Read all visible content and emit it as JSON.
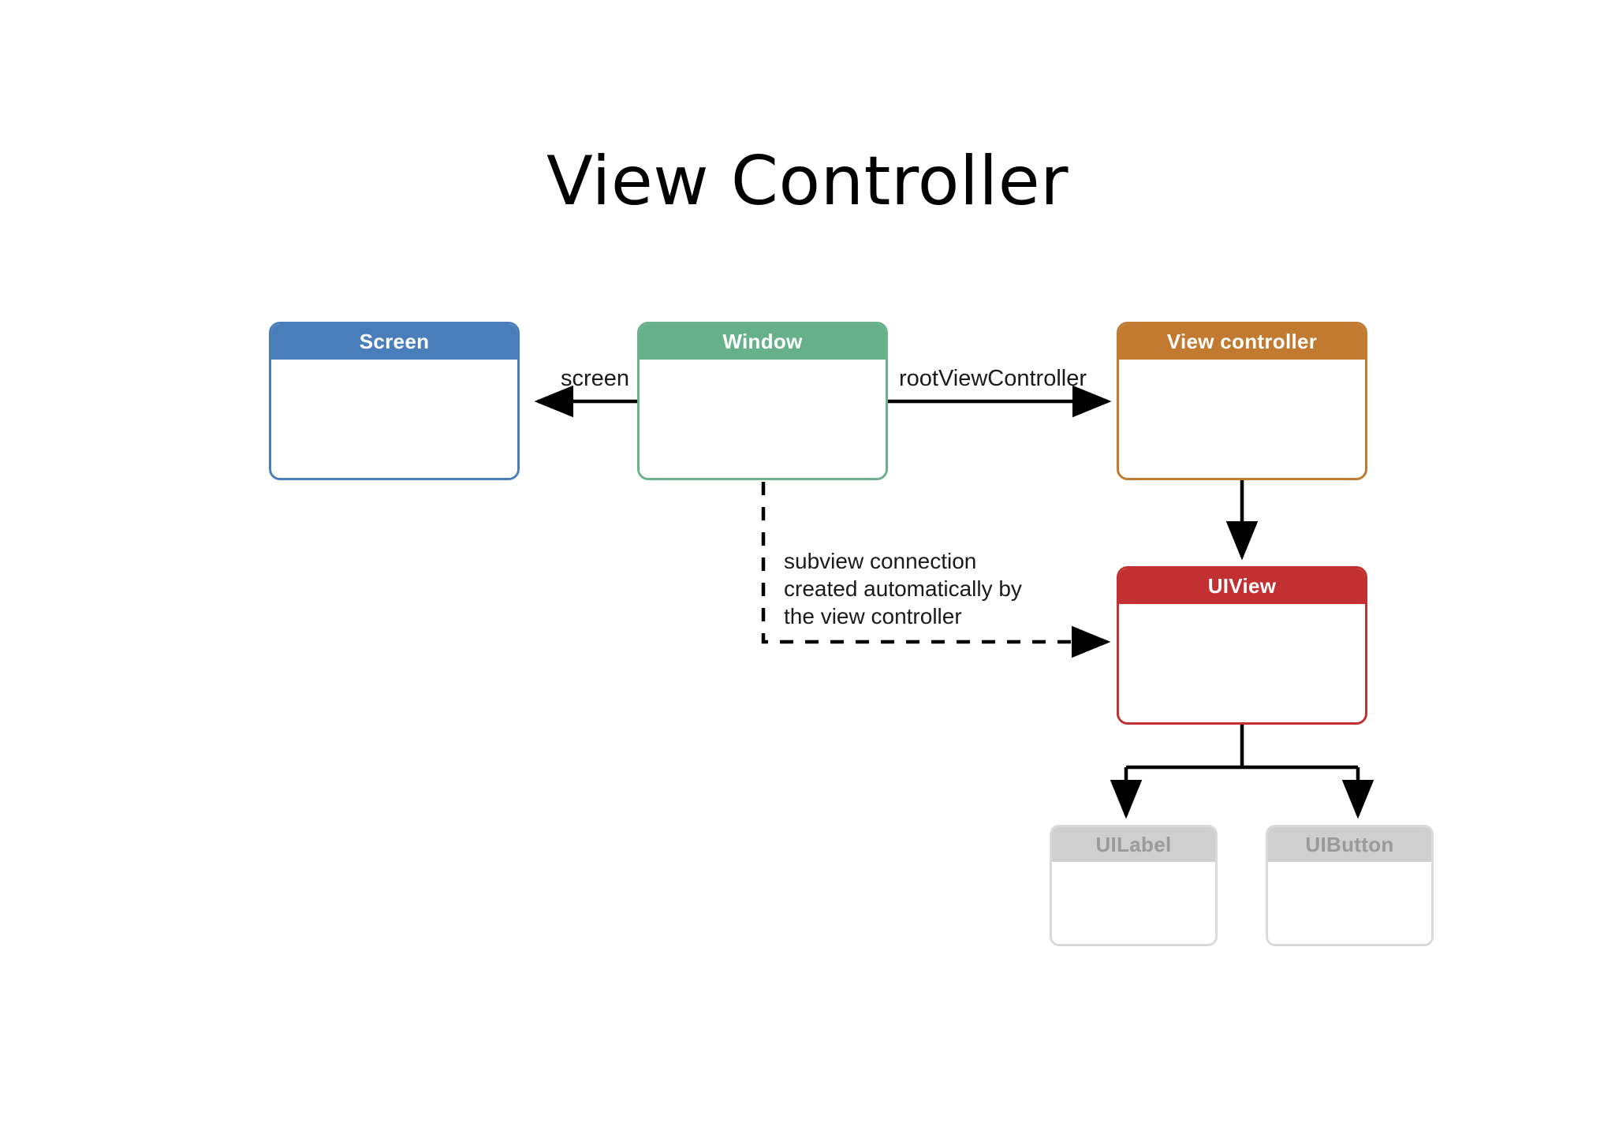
{
  "page": {
    "title": "View Controller",
    "background_color": "#ffffff"
  },
  "nodes": [
    {
      "id": "screen",
      "label": "Screen",
      "header_color": "#4a7ebb",
      "border_color": "#4a7ebb",
      "label_color": "#ffffff"
    },
    {
      "id": "window",
      "label": "Window",
      "header_color": "#66b189",
      "border_color": "#6bb28c",
      "label_color": "#ffffff"
    },
    {
      "id": "viewcontroller",
      "label": "View controller",
      "header_color": "#c27930",
      "border_color": "#c27930",
      "label_color": "#ffffff"
    },
    {
      "id": "uiview",
      "label": "UIView",
      "header_color": "#c23031",
      "border_color": "#c23031",
      "label_color": "#ffffff"
    },
    {
      "id": "uilabel",
      "label": "UILabel",
      "header_color": "#cfcfcf",
      "border_color": "#d9d9d9",
      "label_color": "#9a9a9a"
    },
    {
      "id": "uibutton",
      "label": "UIButton",
      "header_color": "#cfcfcf",
      "border_color": "#d9d9d9",
      "label_color": "#9a9a9a"
    }
  ],
  "edges": [
    {
      "id": "window-to-screen",
      "label": "screen",
      "from": "window",
      "to": "screen",
      "style": "solid",
      "arrow": "end",
      "color": "#000000"
    },
    {
      "id": "window-to-viewcontroller",
      "label": "rootViewController",
      "from": "window",
      "to": "viewcontroller",
      "style": "solid",
      "arrow": "end",
      "color": "#000000"
    },
    {
      "id": "viewcontroller-to-uiview",
      "label": "",
      "from": "viewcontroller",
      "to": "uiview",
      "style": "solid",
      "arrow": "end",
      "color": "#000000"
    },
    {
      "id": "window-to-uiview-subview",
      "label": "subview connection created automatically by the view controller",
      "from": "window",
      "to": "uiview",
      "style": "dashed",
      "arrow": "end",
      "color": "#000000"
    },
    {
      "id": "uiview-to-uilabel",
      "label": "",
      "from": "uiview",
      "to": "uilabel",
      "style": "solid",
      "arrow": "end",
      "color": "#000000"
    },
    {
      "id": "uiview-to-uibutton",
      "label": "",
      "from": "uiview",
      "to": "uibutton",
      "style": "solid",
      "arrow": "end",
      "color": "#000000"
    }
  ],
  "annotation": {
    "line1": "subview connection",
    "line2": "created automatically by",
    "line3": "the view controller"
  }
}
